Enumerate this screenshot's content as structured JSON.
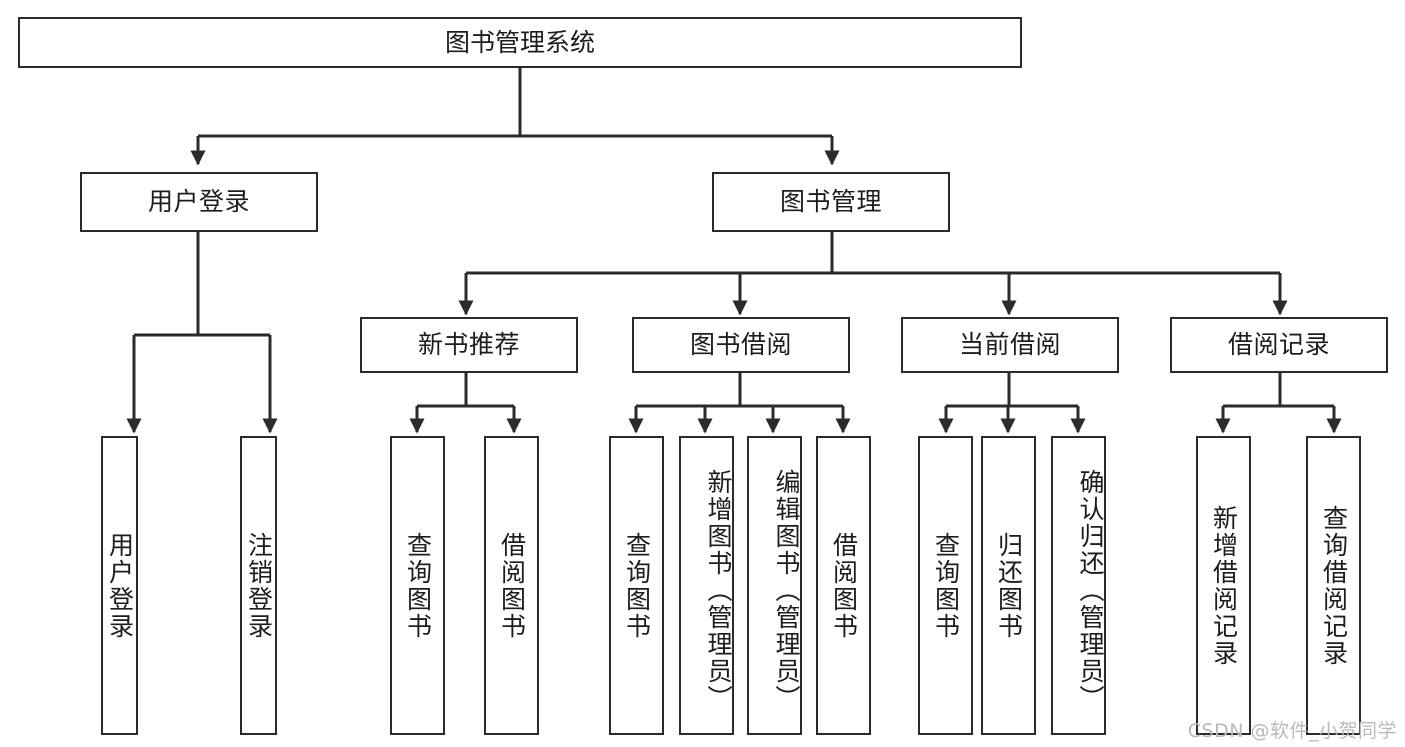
{
  "diagram": {
    "title_node": "图书管理系统",
    "watermark": "CSDN @软件_小贺同学",
    "stroke_color": "#2b2b2b",
    "background_color": "#ffffff",
    "text_color": "#1d1d1d",
    "watermark_color": "#b9b9b9",
    "levels": {
      "level1": [
        "用户登录",
        "图书管理"
      ],
      "level2": [
        "新书推荐",
        "图书借阅",
        "当前借阅",
        "借阅记录"
      ]
    },
    "nodes": {
      "root": "图书管理系统",
      "user_login": "用户登录",
      "book_manage": "图书管理",
      "new_book_recommend": "新书推荐",
      "book_borrow": "图书借阅",
      "current_borrow": "当前借阅",
      "borrow_record": "借阅记录",
      "leaf_user_login": "用户登录",
      "leaf_user_logout": "注销登录",
      "leaf_query_book_1": "查询图书",
      "leaf_borrow_book_1": "借阅图书",
      "leaf_query_book_2": "查询图书",
      "leaf_add_book_admin": "新增图书（管理员）",
      "leaf_edit_book_admin": "编辑图书（管理员）",
      "leaf_borrow_book_2": "借阅图书",
      "leaf_query_book_3": "查询图书",
      "leaf_return_book": "归还图书",
      "leaf_confirm_return_admin": "确认归还（管理员）",
      "leaf_add_borrow_record": "新增借阅记录",
      "leaf_query_borrow_record": "查询借阅记录"
    }
  }
}
